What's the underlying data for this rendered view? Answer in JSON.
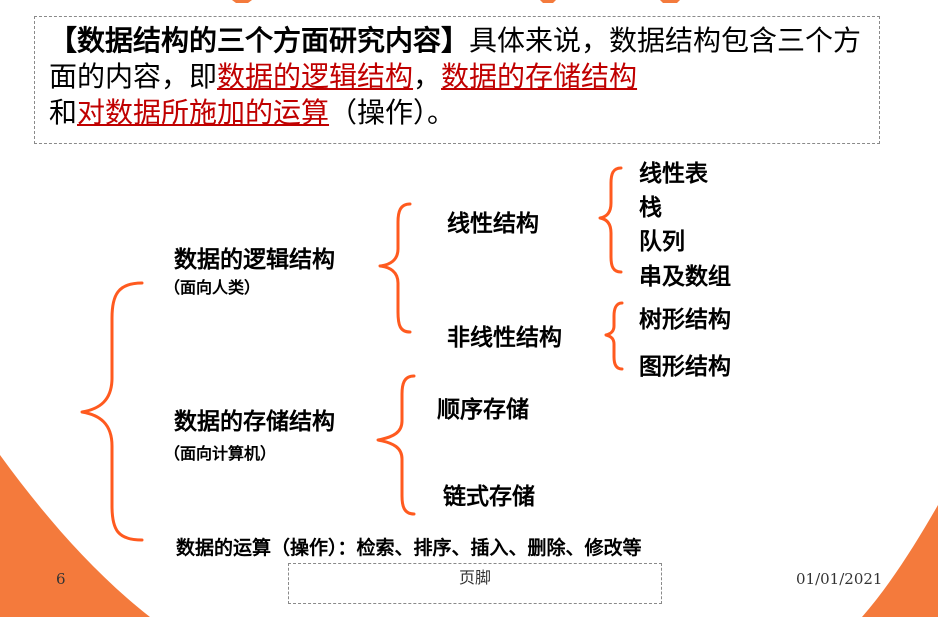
{
  "colors": {
    "accent": "#f47a3c",
    "brace": "#ff5a1f",
    "term": "#c00000",
    "decor_border": "#8a8a8a"
  },
  "intro": {
    "lead": "【数据结构的三个方面研究内容】",
    "text_1": "具体来说，数据结构包含三个方面的内容，即",
    "term_1": "数据的逻辑结构",
    "sep_1": "，",
    "term_2": "数据的存储结构",
    "text_2": "和",
    "term_3": "对数据所施加的运算",
    "text_3": "（操作）。"
  },
  "diagram": {
    "logical": {
      "label": "数据的逻辑结构",
      "note": "（面向人类）",
      "linear": {
        "label": "线性结构",
        "items": [
          "线性表",
          "栈",
          "队列",
          "串及数组"
        ]
      },
      "nonlinear": {
        "label": "非线性结构",
        "items": [
          "树形结构",
          "图形结构"
        ]
      }
    },
    "storage": {
      "label": "数据的存储结构",
      "note": "（面向计算机）",
      "items": [
        "顺序存储",
        "链式存储"
      ]
    },
    "operations": "数据的运算（操作）：检索、排序、插入、删除、修改等"
  },
  "footer": {
    "page_number": "6",
    "center_text": "页脚",
    "date": "01/01/2021"
  }
}
